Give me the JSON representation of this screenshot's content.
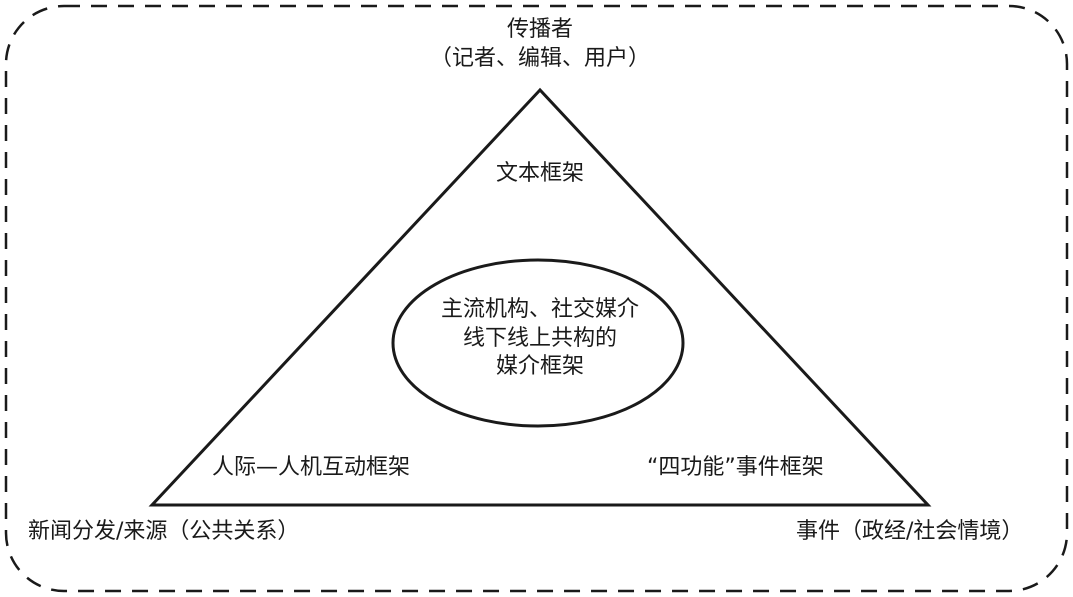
{
  "diagram": {
    "top_node": {
      "title": "传播者",
      "subtitle": "（记者、编辑、用户）"
    },
    "apex_frame": "文本框架",
    "center_frame": {
      "line1": "主流机构、社交媒介",
      "line2": "线下线上共构的",
      "line3": "媒介框架"
    },
    "left_frame": "人际—人机互动框架",
    "right_frame": "“四功能”事件框架",
    "bottom_left_node": "新闻分发/来源（公共关系）",
    "bottom_right_node": "事件（政经/社会情境）",
    "colors": {
      "stroke": "#1a1a1a",
      "text": "#1a1a1a",
      "background": "#ffffff"
    }
  }
}
